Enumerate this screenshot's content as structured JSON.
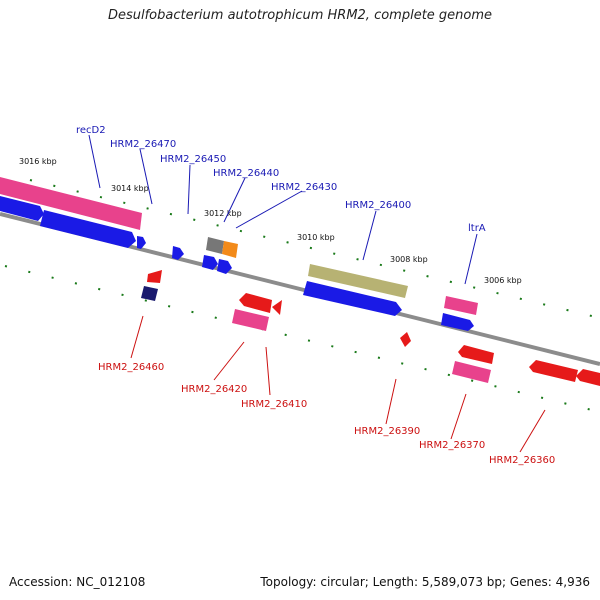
{
  "title": "Desulfobacterium autotrophicum HRM2, complete genome",
  "footer": {
    "accession": "Accession: NC_012108",
    "topology": "Topology: circular; Length: 5,589,073 bp; Genes: 4,936"
  },
  "colors": {
    "backbone": "#8c8c8c",
    "tick": "#1a7a1a",
    "top_label": "#1a1ab4",
    "bottom_label": "#cc1111",
    "gene_pink": "#e8428c",
    "gene_blue": "#1a1ae6",
    "gene_red": "#e61a1a",
    "gene_olive": "#b7b273",
    "gene_gray": "#777777",
    "gene_orange": "#f28a1a",
    "gene_navy": "#1a1a6e"
  },
  "kbp_labels": [
    "3016 kbp",
    "3014 kbp",
    "3012 kbp",
    "3010 kbp",
    "3008 kbp",
    "3006 kbp"
  ],
  "top_gene_labels": [
    "recD2",
    "HRM2_26470",
    "HRM2_26450",
    "HRM2_26440",
    "HRM2_26430",
    "HRM2_26400",
    "ltrA"
  ],
  "bottom_gene_labels": [
    "HRM2_26460",
    "HRM2_26420",
    "HRM2_26410",
    "HRM2_26390",
    "HRM2_26370",
    "HRM2_26360"
  ]
}
